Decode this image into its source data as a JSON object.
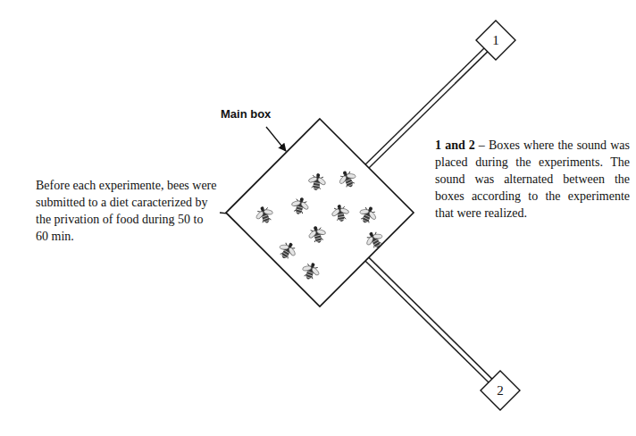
{
  "diagram": {
    "nodes": [
      {
        "text": [
          "Main box"
        ]
      },
      {
        "text": [
          "1"
        ]
      },
      {
        "text": [
          "2"
        ]
      }
    ],
    "edges": [
      {
        "from": 0,
        "to": 1,
        "arrow": "none"
      },
      {
        "from": 0,
        "to": 2,
        "arrow": "none"
      }
    ],
    "labels": [
      "Before each experimente, bees were submitted to a diet caracterized by the privation of food during 50 to 60 min.",
      "1 and 2",
      "– Boxes where the sound was placed during the experiments. The sound was alternated between the boxes according to the experimente that were realized."
    ]
  }
}
